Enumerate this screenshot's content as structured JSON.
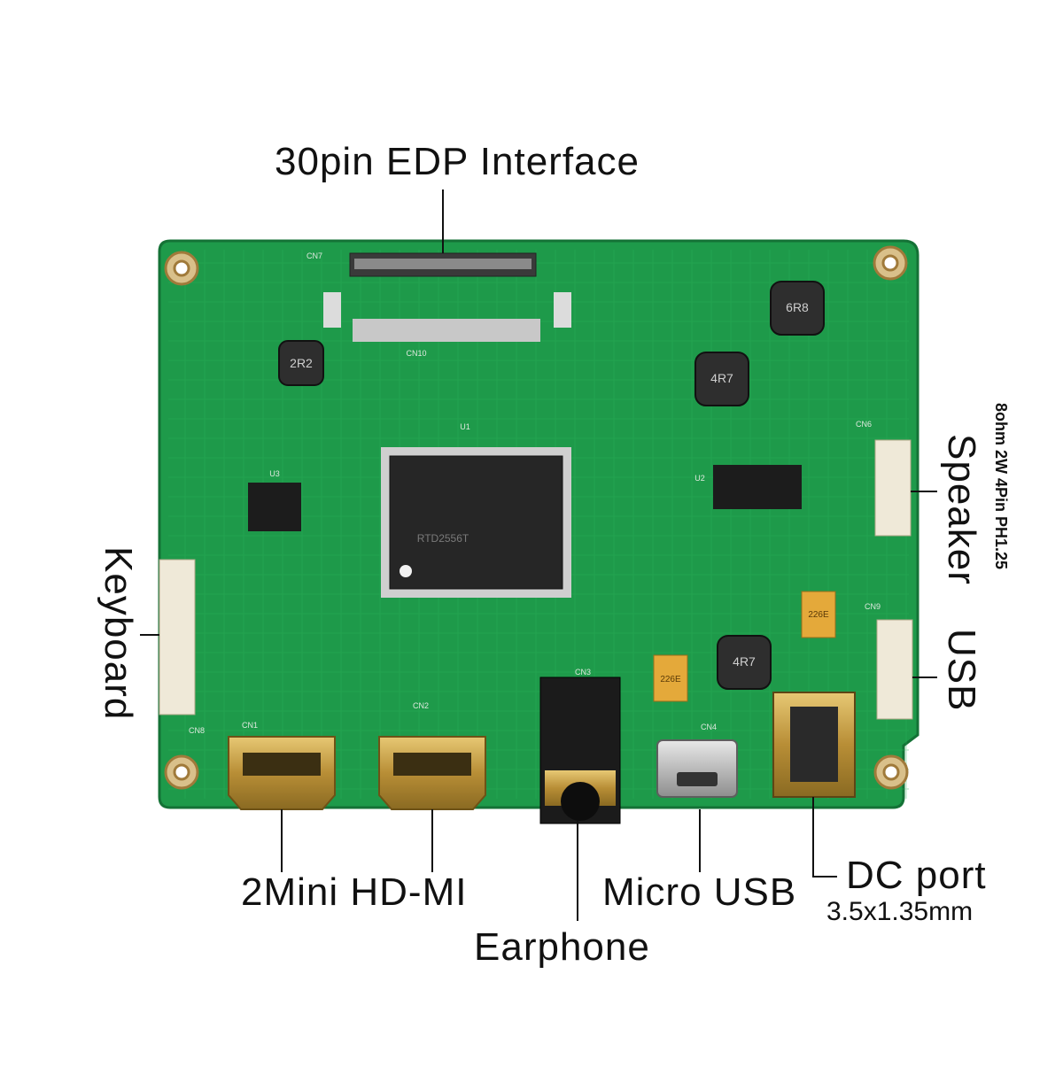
{
  "labels": {
    "top": "30pin EDP Interface",
    "hdmi": "2Mini HD-MI",
    "earphone": "Earphone",
    "micro_usb": "Micro USB",
    "dc_port": "DC port",
    "dc_size": "3.5x1.35mm",
    "keyboard": "Keyboard",
    "speaker": "Speaker",
    "speaker_spec": "8ohm 2W 4Pin PH1.25",
    "usb": "USB"
  },
  "board_markings": {
    "chip_model": "RTD2556T",
    "inductor_1": "2R2",
    "inductor_2": "6R8",
    "inductor_3": "4R7",
    "inductor_4": "4R7",
    "cap_1": "226E",
    "cap_2": "226E",
    "conn_edp": "CN7",
    "conn_kb": "CN8",
    "conn_hdmi1": "CN1",
    "conn_hdmi2": "CN2",
    "conn_jack": "CN3",
    "conn_usb_micro": "CN4",
    "conn_speaker": "CN6",
    "conn_usb": "CN9",
    "conn_fpc": "CN10",
    "chip_u1": "U1",
    "chip_u2": "U2",
    "chip_u3": "U3"
  },
  "colors": {
    "pcb": "#1e9a4a",
    "pcb_dark": "#157a3a",
    "trace": "#27b057",
    "gold": "#c9a34a",
    "chip": "#2a2a2a"
  }
}
